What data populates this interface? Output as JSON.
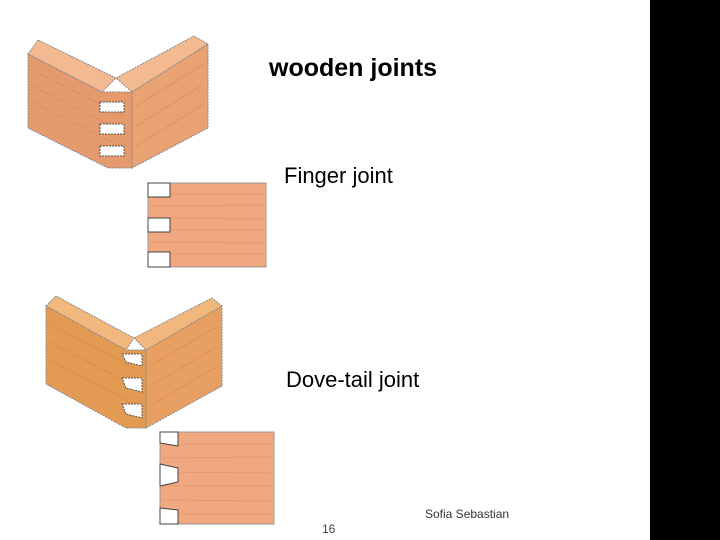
{
  "slide": {
    "title": "wooden joints",
    "labels": {
      "finger": "Finger joint",
      "dovetail": "Dove-tail joint"
    },
    "author": "Sofia Sebastian",
    "page_number": "16"
  },
  "images": [
    {
      "name": "finger-joint-corner-illustration",
      "depicts": "finger joint corner"
    },
    {
      "name": "finger-joint-board-illustration",
      "depicts": "finger joint board end"
    },
    {
      "name": "dovetail-joint-corner-illustration",
      "depicts": "dove-tail joint corner"
    },
    {
      "name": "dovetail-joint-board-illustration",
      "depicts": "dove-tail joint board end"
    }
  ],
  "colors": {
    "background": "#ffffff",
    "side_bar": "#000000",
    "wood_face": "#e49a6c",
    "wood_top": "#f3b990",
    "wood_edge": "#c97a4d",
    "wood_board": "#f0a880",
    "dovetail_face": "#e39a52",
    "dovetail_top": "#f1b77c"
  }
}
